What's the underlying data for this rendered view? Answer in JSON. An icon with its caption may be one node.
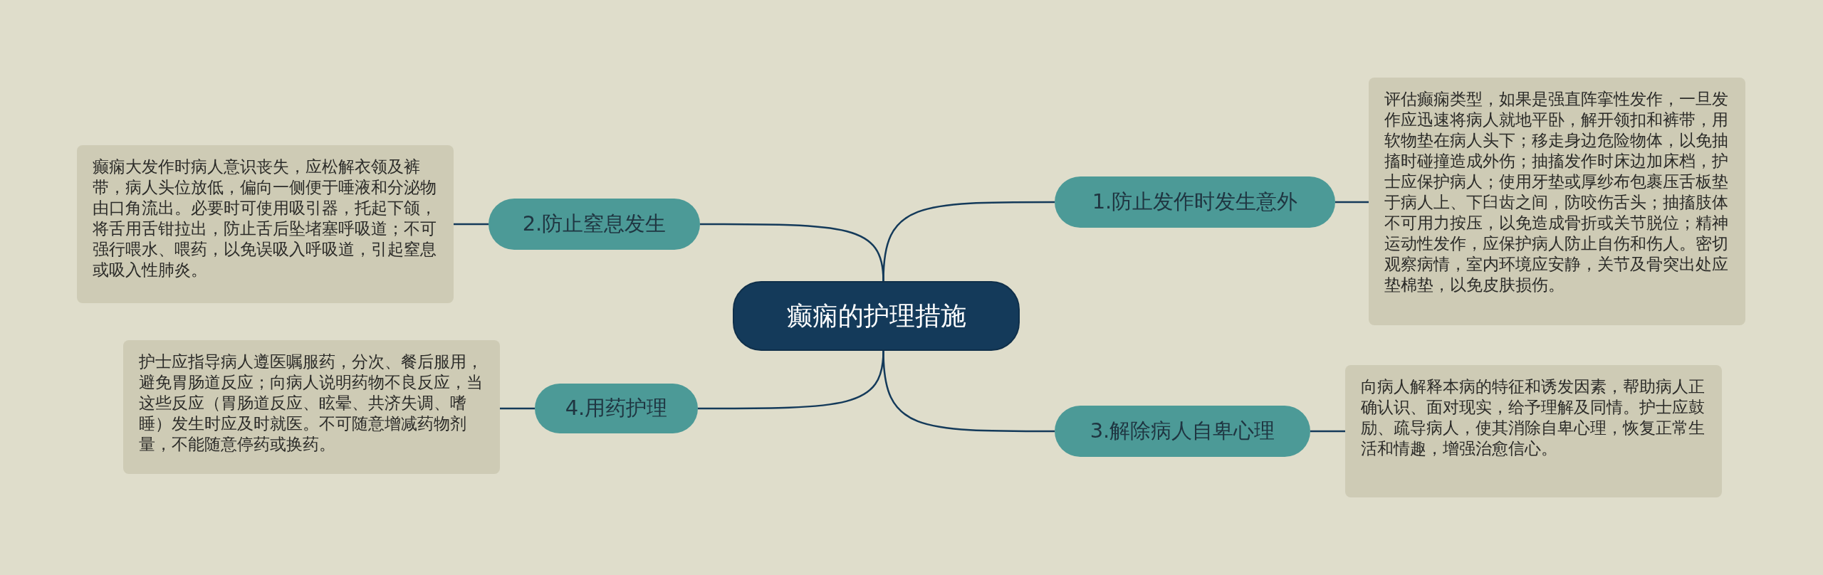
{
  "diagram": {
    "nodes": [
      {
        "text": [
          "癫痫的护理措施"
        ]
      },
      {
        "text": [
          "1.防止发作时发生意外"
        ]
      },
      {
        "text": [
          "评估癫痫类型，如果是强直阵挛性发作，一旦发作应迅速将病人就地平卧，解开领扣和裤带，用软物垫在病人头下；移走身边危险物体，以免抽搐时碰撞造成外伤；抽搐发作时床边加床档，护士应保护病人；使用牙垫或厚纱布包裹压舌板垫于病人上、下臼齿之间，防咬伤舌头；抽搐肢体不可用力按压，以免造成骨折或关节脱位；精神运动性发作，应保护病人防止自伤和伤人。密切观察病情，室内环境应安静，关节及骨突出处应垫棉垫，以免皮肤损伤。"
        ]
      },
      {
        "text": [
          "2.防止窒息发生"
        ]
      },
      {
        "text": [
          "癫痫大发作时病人意识丧失，应松解衣领及裤带，病人头位放低，偏向一侧便于唾液和分泌物由口角流出。必要时可使用吸引器，托起下颌，将舌用舌钳拉出，防止舌后坠堵塞呼吸道；不可强行喂水、喂药，以免误吸入呼吸道，引起窒息或吸入性肺炎。"
        ]
      },
      {
        "text": [
          "3.解除病人自卑心理"
        ]
      },
      {
        "text": [
          "向病人解释本病的特征和诱发因素，帮助病人正确认识、面对现实，给予理解及同情。护士应鼓励、疏导病人，使其消除自卑心理，恢复正常生活和情趣，增强治愈信心。"
        ]
      },
      {
        "text": [
          "4.用药护理"
        ]
      },
      {
        "text": [
          "护士应指导病人遵医嘱服药，分次、餐后服用，避免胃肠道反应；向病人说明药物不良反应，当这些反应（胃肠道反应、眩晕、共济失调、嗜睡）发生时应及时就医。不可随意增减药物剂量，不能随意停药或换药。"
        ]
      }
    ],
    "edges": [
      {
        "from": 0,
        "to": 1,
        "arrow": "none"
      },
      {
        "from": 0,
        "to": 3,
        "arrow": "none"
      },
      {
        "from": 0,
        "to": 5,
        "arrow": "none"
      },
      {
        "from": 0,
        "to": 7,
        "arrow": "none"
      },
      {
        "from": 1,
        "to": 2,
        "arrow": "none"
      },
      {
        "from": 3,
        "to": 4,
        "arrow": "none"
      },
      {
        "from": 5,
        "to": 6,
        "arrow": "none"
      },
      {
        "from": 7,
        "to": 8,
        "arrow": "none"
      }
    ]
  }
}
